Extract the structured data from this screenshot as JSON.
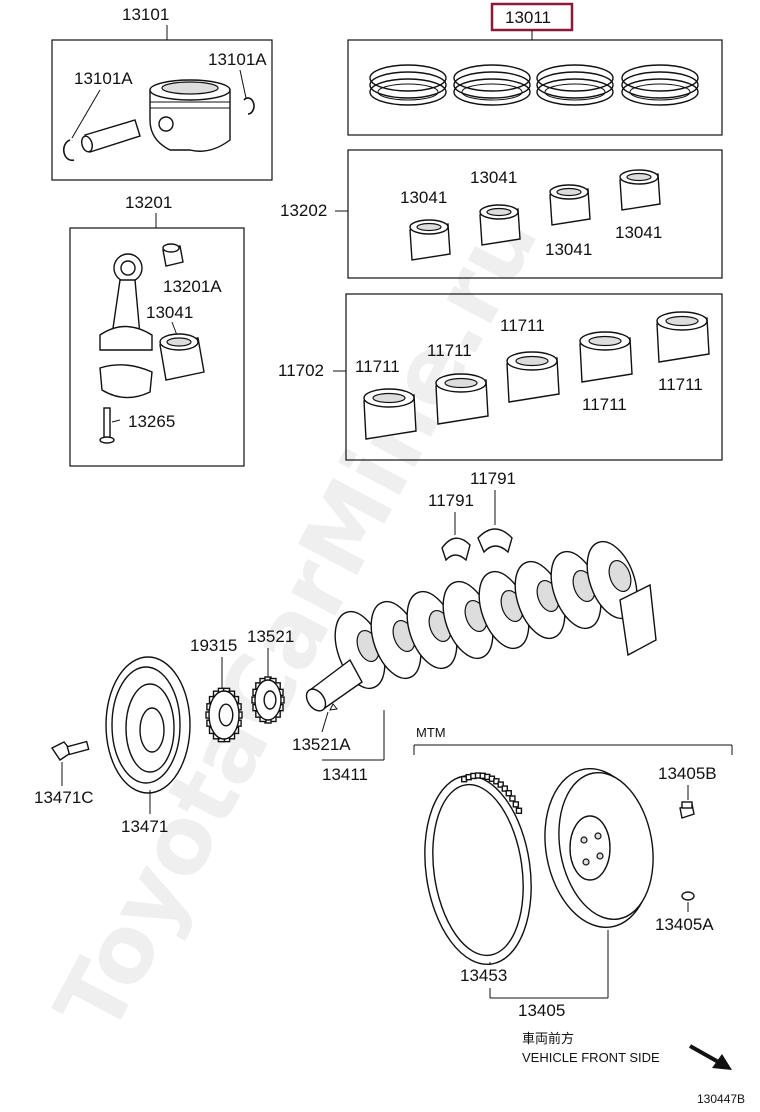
{
  "watermark": "ToyotaCarMine.ru",
  "highlight_color": "#8b1a3a",
  "labels": {
    "p13101": "13101",
    "p13101a_left": "13101A",
    "p13101a_right": "13101A",
    "p13011": "13011",
    "p13201": "13201",
    "p13201a": "13201A",
    "p13041_rod": "13041",
    "p13265": "13265",
    "p13202": "13202",
    "p13041_1": "13041",
    "p13041_2": "13041",
    "p13041_3": "13041",
    "p13041_4": "13041",
    "p11702": "11702",
    "p11711_1": "11711",
    "p11711_2": "11711",
    "p11711_3": "11711",
    "p11711_4": "11711",
    "p11711_5": "11711",
    "p11791_1": "11791",
    "p11791_2": "11791",
    "p19315": "19315",
    "p13521": "13521",
    "p13521a": "13521A",
    "p13411": "13411",
    "p13471c": "13471C",
    "p13471": "13471",
    "mtm": "MTM",
    "p13405b": "13405B",
    "p13405a": "13405A",
    "p13453": "13453",
    "p13405": "13405",
    "front_jp": "車両前方",
    "front_en": "VEHICLE FRONT SIDE",
    "diagram_code": "130447B"
  }
}
